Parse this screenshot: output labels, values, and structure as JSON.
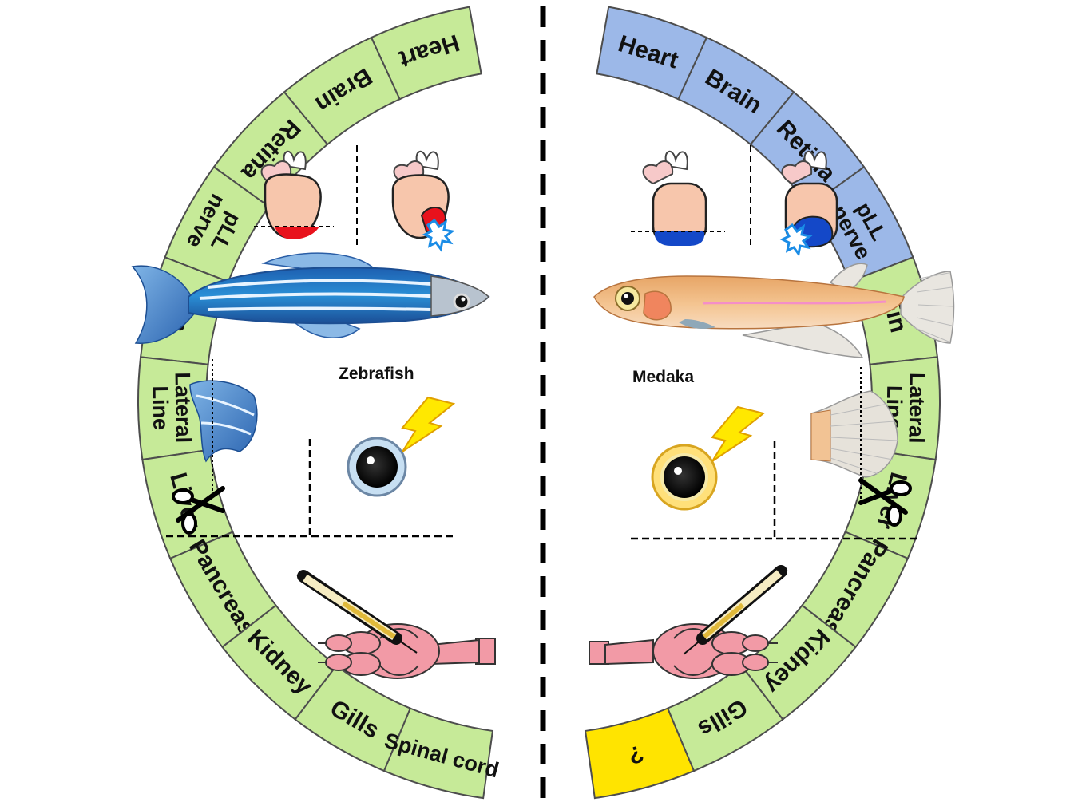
{
  "divider": "center-dashed-line",
  "colors": {
    "zebrafish_segment": "#c6ea98",
    "medaka_proven_segment": "#9cb8e8",
    "medaka_green_segment": "#c6ea98",
    "unknown_segment": "#ffe400",
    "segment_border": "#4d4d4d",
    "injury_zebrafish": "#e8121c",
    "injury_medaka": "#1448c8",
    "brain": "#f29aa6"
  },
  "zebrafish": {
    "species_label": "Zebrafish",
    "segments": [
      {
        "label": "Heart",
        "lines": [
          "Heart"
        ]
      },
      {
        "label": "Brain",
        "lines": [
          "Brain"
        ]
      },
      {
        "label": "Retina",
        "lines": [
          "Retina"
        ]
      },
      {
        "label": "pLL nerve",
        "lines": [
          "pLL",
          "nerve"
        ]
      },
      {
        "label": "Fin",
        "lines": [
          "Fin"
        ]
      },
      {
        "label": "Lateral Line",
        "lines": [
          "Lateral",
          "Line"
        ]
      },
      {
        "label": "Liver",
        "lines": [
          "Liver"
        ]
      },
      {
        "label": "Pancreas",
        "lines": [
          "Pancreas"
        ]
      },
      {
        "label": "Kidney",
        "lines": [
          "Kidney"
        ]
      },
      {
        "label": "Gills",
        "lines": [
          "Gills"
        ]
      },
      {
        "label": "Spinal cord",
        "lines": [
          "Spinal cord"
        ]
      }
    ]
  },
  "medaka": {
    "species_label": "Medaka",
    "segments": [
      {
        "label": "Heart",
        "lines": [
          "Heart"
        ],
        "status": "blue"
      },
      {
        "label": "Brain",
        "lines": [
          "Brain"
        ],
        "status": "blue"
      },
      {
        "label": "Retina",
        "lines": [
          "Retina"
        ],
        "status": "blue"
      },
      {
        "label": "pLL nerve",
        "lines": [
          "pLL",
          "nerve"
        ],
        "status": "blue"
      },
      {
        "label": "Fin",
        "lines": [
          "Fin"
        ],
        "status": "green"
      },
      {
        "label": "Lateral Line",
        "lines": [
          "Lateral",
          "Line"
        ],
        "status": "green"
      },
      {
        "label": "Liver",
        "lines": [
          "Liver"
        ],
        "status": "green"
      },
      {
        "label": "Pancreas",
        "lines": [
          "Pancreas"
        ],
        "status": "green"
      },
      {
        "label": "Kidney",
        "lines": [
          "Kidney"
        ],
        "status": "green"
      },
      {
        "label": "Gills",
        "lines": [
          "Gills"
        ],
        "status": "green"
      },
      {
        "label": "?",
        "lines": [
          "?"
        ],
        "status": "yellow"
      }
    ]
  },
  "icons": {
    "heart": "heart-icon",
    "injury": "starburst-icon",
    "eye": "eye-icon",
    "lightning": "lightning-icon",
    "scissors": "scissors-icon",
    "syringe": "syringe-icon",
    "brain": "brain-icon",
    "fin": "fin-icon",
    "fish": "fish-icon"
  }
}
